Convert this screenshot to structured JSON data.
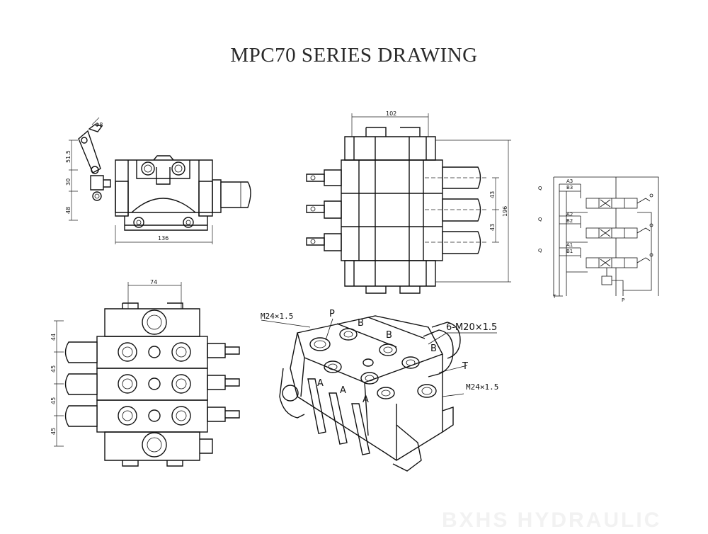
{
  "title": "MPC70 SERIES DRAWING",
  "watermark": "BXHS HYDRAULIC",
  "side_view": {
    "dim_phi": "Φ8",
    "dim_v1": "51.5",
    "dim_v2": "30",
    "dim_v3": "48",
    "dim_width": "136"
  },
  "top_view": {
    "dim_width": "102",
    "dim_pitch_1": "43",
    "dim_pitch_2": "43",
    "dim_height": "196"
  },
  "front_view": {
    "dim_width": "74",
    "dim_v1": "44",
    "dim_v2": "45",
    "dim_v3": "45",
    "dim_v4": "45"
  },
  "iso_view": {
    "port_m24_top": "M24×1.5",
    "port_p": "P",
    "port_b1": "B",
    "port_b2": "B",
    "port_b3": "B",
    "port_spec": "6-M20×1.5",
    "port_t": "T",
    "port_m24_side": "M24×1.5",
    "port_a1": "A",
    "port_a2": "A",
    "port_a3": "A"
  },
  "schematic": {
    "a3": "A3",
    "b3": "B3",
    "a2": "A2",
    "b2": "B2",
    "a1": "A1",
    "b1": "B1",
    "q1": "Q",
    "q2": "Q",
    "q3": "Q",
    "t": "T",
    "p": "P"
  }
}
